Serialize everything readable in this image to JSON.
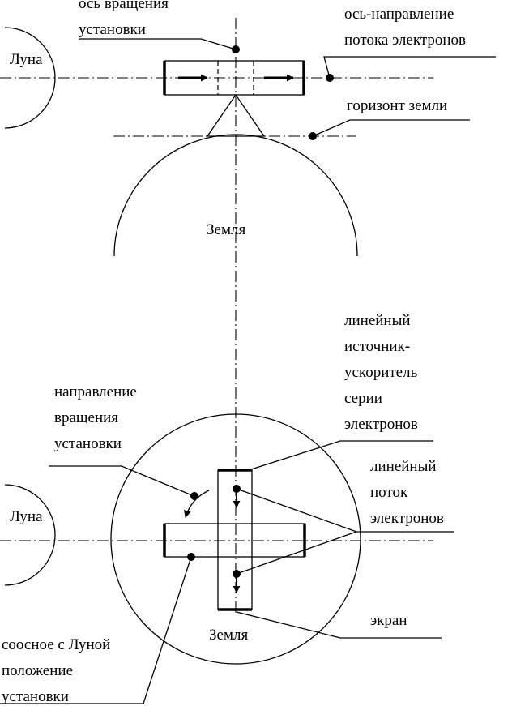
{
  "top_view": {
    "rotation_axis_label": [
      "ось вращения",
      "установки"
    ],
    "flow_axis_label": [
      "ось-направление",
      "потока электронов"
    ],
    "horizon_label": "горизонт земли",
    "moon_label": "Луна",
    "earth_label": "Земля"
  },
  "bottom_view": {
    "accelerator_label": [
      "линейный",
      "источник-",
      "ускоритель",
      "серии",
      "электронов"
    ],
    "rotation_direction_label": [
      "направление",
      "вращения",
      "установки"
    ],
    "flow_label": [
      "линейный",
      "поток",
      "электронов"
    ],
    "screen_label": "экран",
    "moon_label": "Луна",
    "earth_label": "Земля",
    "coaxial_label": [
      "соосное с Луной",
      "положение",
      "установки"
    ]
  }
}
